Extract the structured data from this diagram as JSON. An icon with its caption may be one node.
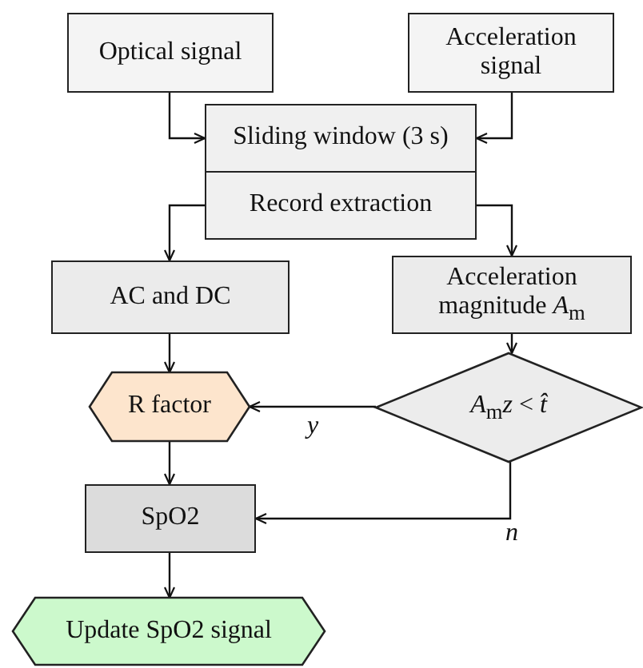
{
  "diagram": {
    "nodes": [
      {
        "text": [
          "Optical signal"
        ]
      },
      {
        "text": [
          "Acceleration signal"
        ]
      },
      {
        "text": [
          "Sliding window (3 s)"
        ]
      },
      {
        "text": [
          "Record extraction"
        ]
      },
      {
        "text": [
          "AC and DC"
        ]
      },
      {
        "text": [
          "Acceleration magnitude *A*$_{m}$"
        ]
      },
      {
        "text": [
          "R factor"
        ]
      },
      {
        "text": [
          "*A*$_{m}$*z* < *t̂*"
        ]
      },
      {
        "text": [
          "SpO2"
        ]
      },
      {
        "text": [
          "Update SpO2 signal"
        ]
      }
    ],
    "edges": [
      {
        "from": 0,
        "to": 2,
        "arrow": "to"
      },
      {
        "from": 1,
        "to": 2,
        "arrow": "to"
      },
      {
        "from": 3,
        "to": 4,
        "arrow": "to"
      },
      {
        "from": 3,
        "to": 5,
        "arrow": "to"
      },
      {
        "from": 4,
        "to": 6,
        "arrow": "to"
      },
      {
        "from": 5,
        "to": 7,
        "arrow": "to"
      },
      {
        "from": 7,
        "to": 6,
        "label": "y",
        "arrow": "to"
      },
      {
        "from": 6,
        "to": 8,
        "arrow": "to"
      },
      {
        "from": 7,
        "to": 8,
        "label": "n",
        "arrow": "to"
      },
      {
        "from": 8,
        "to": 9,
        "arrow": "to"
      }
    ]
  }
}
